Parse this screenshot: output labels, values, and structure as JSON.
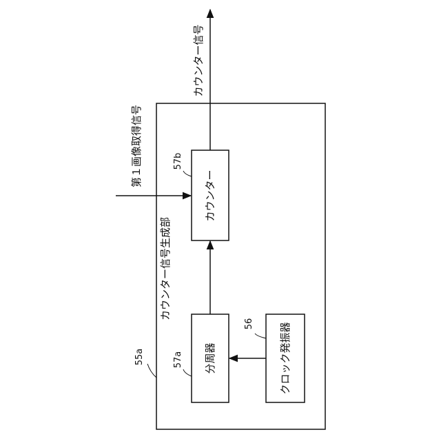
{
  "diagram": {
    "outer_block": {
      "ref": "55a",
      "label": "カウンター信号生成部"
    },
    "counter_block": {
      "ref": "57b",
      "label": "カウンター"
    },
    "divider_block": {
      "ref": "57a",
      "label": "分周器"
    },
    "oscillator_block": {
      "ref": "56",
      "label": "クロック発振器"
    },
    "input_signal": {
      "label": "第１画像取得信号"
    },
    "output_signal": {
      "label": "カウンター信号"
    }
  }
}
